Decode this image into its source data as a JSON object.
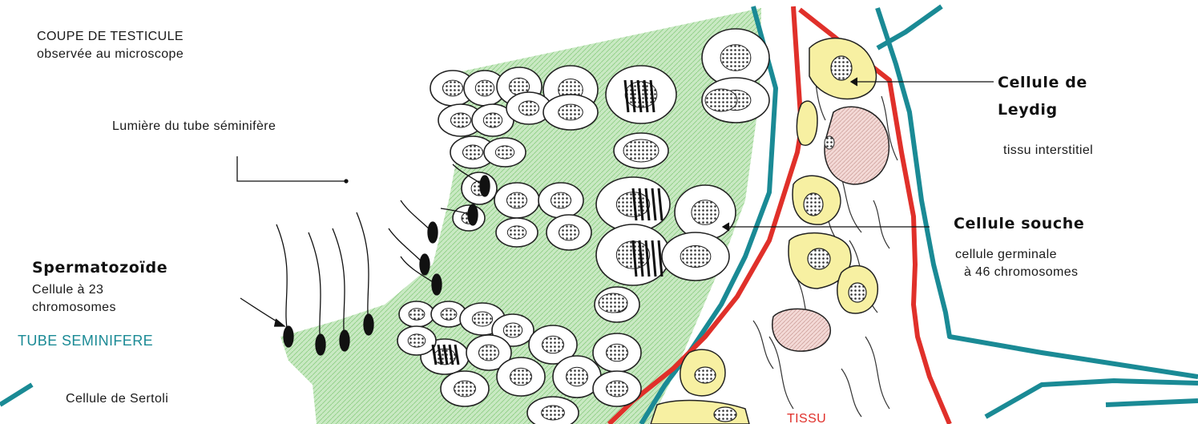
{
  "labels": {
    "coupe_title": "COUPE DE TESTICULE",
    "coupe_sub": "observée au microscope",
    "lumiere": "Lumière du tube séminifère",
    "sperm_title": "Spermatozoïde",
    "sperm_sub1": "Cellule à 23",
    "sperm_sub2": "chromosomes",
    "tube": "TUBE SEMINIFERE",
    "sertoli": "Cellule de Sertoli",
    "leydig_1": "Cellule de",
    "leydig_2": "Leydig",
    "interstitiel": "tissu interstitiel",
    "souche": "Cellule souche",
    "germinale_1": "cellule germinale",
    "germinale_2": "à 46 chromosomes",
    "tissu": "TISSU"
  },
  "colors": {
    "lumen_fill": "#c9e9c3",
    "membrane": "#1a8a95",
    "boundary": "#e0302a",
    "leydig_fill": "#f7f0a2",
    "pink_cell": "#f3d9d6",
    "outline": "#222222"
  },
  "icons": {
    "spermatozoa": "sperm-cell-icon",
    "nuclei": "dotted-nucleus-icon"
  }
}
